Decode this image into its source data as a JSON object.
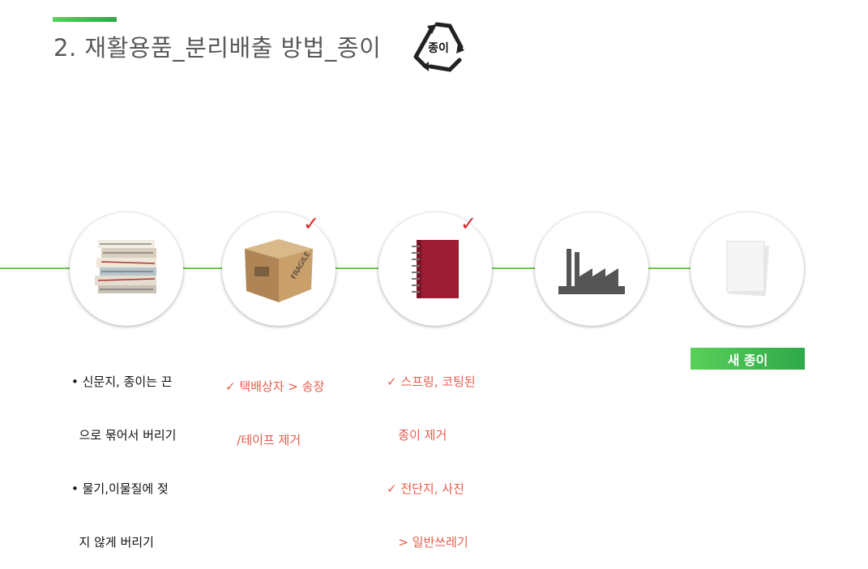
{
  "header": {
    "title": "2. 재활용품_분리배출 방법_종이",
    "badge": "종이"
  },
  "steps": [
    {
      "icon": "newspaper-stack",
      "notes": [
        "• 신문지, 종이는 끈",
        "  으로 묶어서 버리기",
        "• 물기,이물질에 젖",
        "  지 않게 버리기"
      ]
    },
    {
      "icon": "cardboard-box",
      "checked": true,
      "notes": [
        "✓ 택배상자 > 송장",
        "   /테이프 제거"
      ]
    },
    {
      "icon": "spiral-notebook",
      "checked": true,
      "notes": [
        "✓ 스프링, 코팅된",
        "   종이 제거",
        "✓ 전단지, 사진",
        "   > 일반쓰레기"
      ]
    },
    {
      "icon": "factory"
    },
    {
      "icon": "paper-sheets",
      "label": "새 종이"
    }
  ],
  "check_mark": "✓",
  "colors": {
    "accent": "#2ea84a",
    "note_red": "#e85b4c",
    "check_red": "#d62828"
  }
}
